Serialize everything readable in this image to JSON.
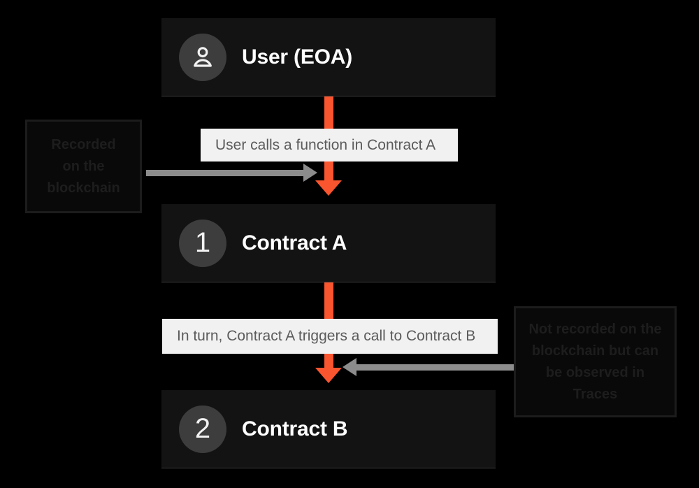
{
  "diagram": {
    "background_color": "#000000",
    "accent_color": "#f9552f",
    "nodes": [
      {
        "badge": "person-icon",
        "badge_type": "icon",
        "label": "User (EOA)"
      },
      {
        "badge": "1",
        "badge_type": "number",
        "label": "Contract A"
      },
      {
        "badge": "2",
        "badge_type": "number",
        "label": "Contract B"
      }
    ],
    "edge_labels": [
      {
        "text": "User calls a function in Contract A"
      },
      {
        "text": "In turn, Contract A triggers a call to Contract B"
      }
    ],
    "annotations": [
      {
        "lines": [
          "Recorded",
          "on the",
          "blockchain"
        ],
        "points_to": "edge-1",
        "arrow_direction": "right"
      },
      {
        "lines": [
          "Not recorded on the",
          "blockchain but can",
          "be observed in",
          "Traces"
        ],
        "points_to": "edge-2",
        "arrow_direction": "left"
      }
    ]
  }
}
